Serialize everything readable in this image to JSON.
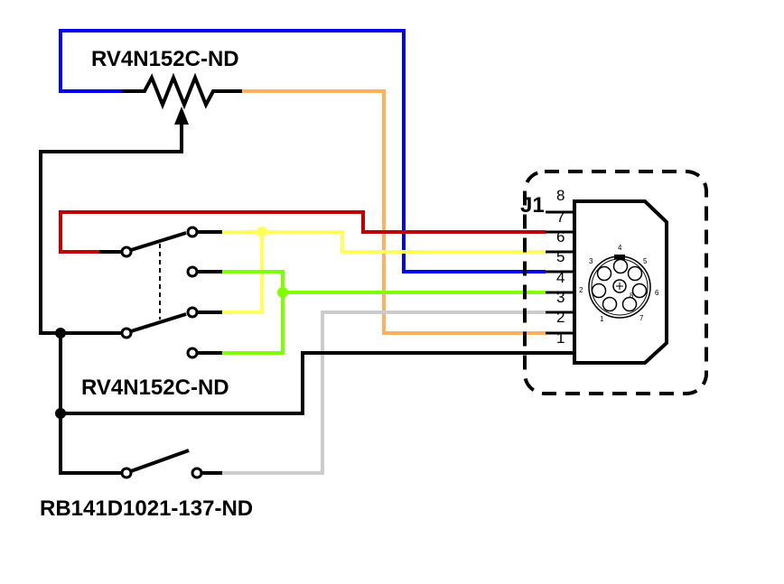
{
  "labels": {
    "potentiometer": "RV4N152C-ND",
    "switch_pair": "RV4N152C-ND",
    "push_switch": "RB141D1021-137-ND",
    "connector": "J1"
  },
  "pins": [
    "1",
    "2",
    "3",
    "4",
    "5",
    "6",
    "7",
    "8"
  ],
  "socket_pins": [
    "1",
    "2",
    "3",
    "4",
    "5",
    "6",
    "7",
    "8"
  ],
  "colors": {
    "blue": "#0000ee",
    "orange": "#ffb060",
    "red": "#c00000",
    "yellow": "#ffff60",
    "green": "#80ff00",
    "gray": "#cccccc",
    "black": "#000000"
  }
}
